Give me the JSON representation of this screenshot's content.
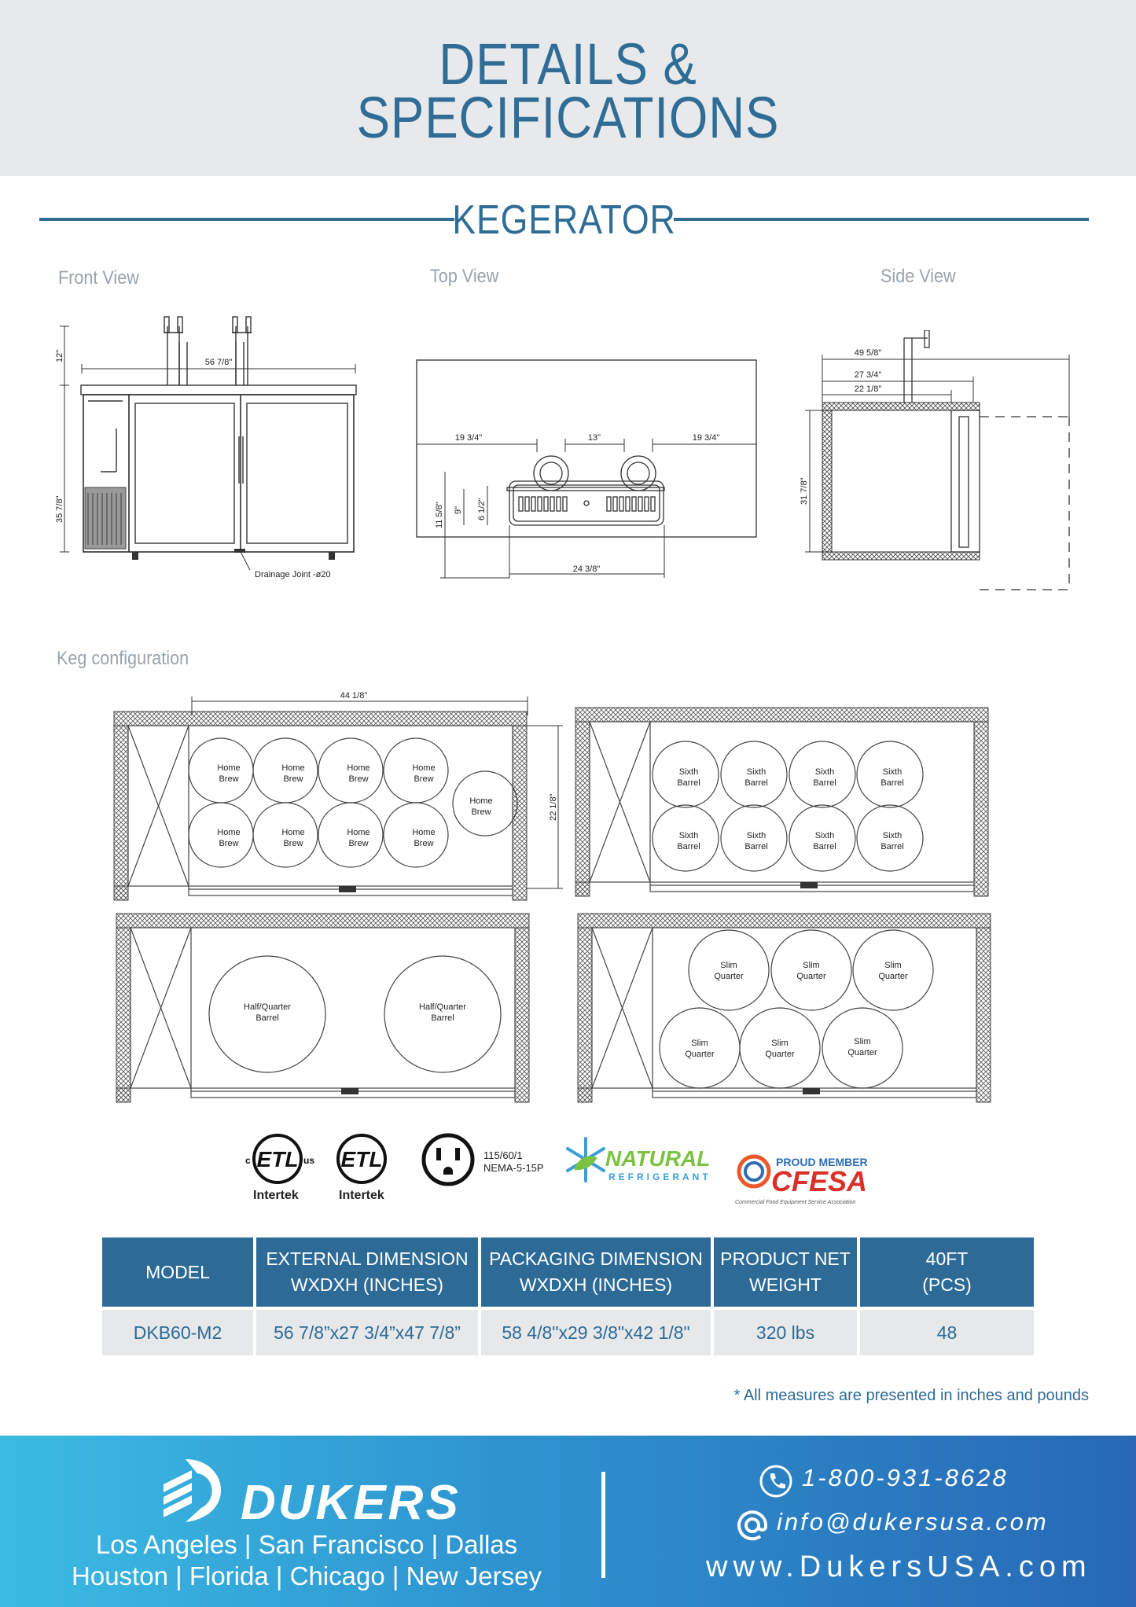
{
  "header": {
    "title_line1": "DETAILS &",
    "title_line2": "SPECIFICATIONS"
  },
  "section_title": "KEGERATOR",
  "views": {
    "front": "Front View",
    "top": "Top View",
    "side": "Side View"
  },
  "front_dims": {
    "height_top": "12\"",
    "width": "56 7/8\"",
    "height_body": "35 7/8\"",
    "drain": "Drainage Joint -ø20"
  },
  "top_dims": {
    "left": "19 3/4\"",
    "middle": "13\"",
    "right": "19 3/4\"",
    "h1": "11 5/8\"",
    "h2": "9\"",
    "h3": "6 1/2\"",
    "bottom": "24 3/8\""
  },
  "side_dims": {
    "d1": "49 5/8\"",
    "d2": "27 3/4\"",
    "d3": "22 1/8\"",
    "h": "31 7/8\""
  },
  "keg_label": "Keg configuration",
  "keg_dims": {
    "width": "44 1/8\"",
    "depth": "22 1/8\""
  },
  "kegs": {
    "home": [
      "Home",
      "Brew"
    ],
    "sixth": [
      "Sixth",
      "Barrel"
    ],
    "half": [
      "Half/Quarter",
      "Barrel"
    ],
    "slim": [
      "Slim",
      "Quarter"
    ]
  },
  "certs": {
    "intertek1": "Intertek",
    "intertek2": "Intertek",
    "plug_line1": "115/60/1",
    "plug_line2": "NEMA-5-15P",
    "natural_line1": "NATURAL",
    "natural_line2": "REFRIGERANT",
    "cfesa_top": "PROUD MEMBER",
    "cfesa": "CFESA",
    "cfesa_sub": "Commercial Food Equipment Service Association"
  },
  "table": {
    "headers": [
      [
        "MODEL"
      ],
      [
        "EXTERNAL DIMENSION",
        "WXDXH (INCHES)"
      ],
      [
        "PACKAGING DIMENSION",
        "WXDXH (INCHES)"
      ],
      [
        "PRODUCT NET",
        "WEIGHT"
      ],
      [
        "40FT",
        "(PCS)"
      ]
    ],
    "row": [
      "DKB60-M2",
      "56 7/8”x27 3/4”x47 7/8”",
      "58 4/8\"x29 3/8\"x42 1/8\"",
      "320 lbs",
      "48"
    ]
  },
  "note": "* All measures are presented in inches and pounds",
  "footer": {
    "brand": "DUKERS",
    "cities_line1": "Los Angeles | San Francisco | Dallas",
    "cities_line2": "Houston | Florida | Chicago | New Jersey",
    "phone": "1-800-931-8628",
    "email": "info@dukersusa.com",
    "website": "www.DukersUSA.com"
  },
  "colors": {
    "accent": "#2f6d96",
    "header_bg": "#e8e9ea",
    "footer_start": "#3bbbe3",
    "footer_end": "#2868b5"
  }
}
